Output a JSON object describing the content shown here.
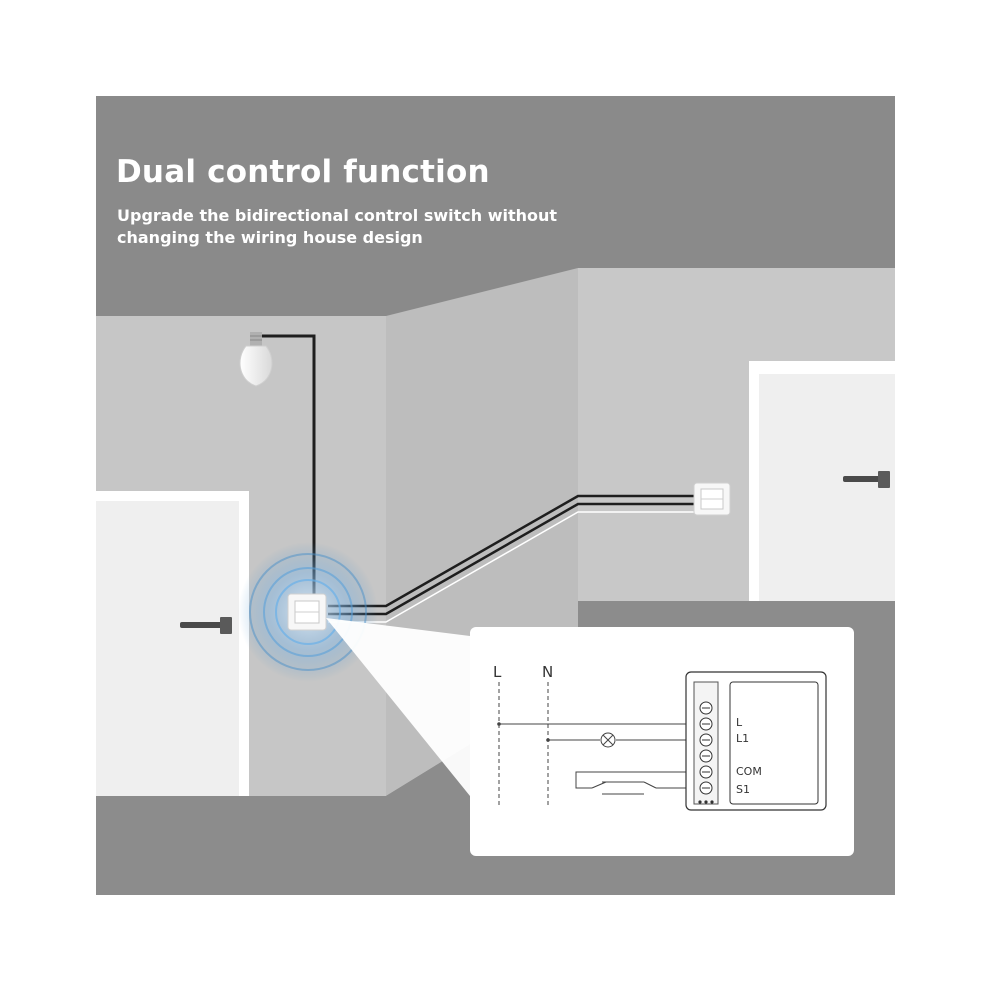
{
  "header": {
    "title": "Dual control function",
    "subtitle": "Upgrade the bidirectional control switch without changing the wiring house design"
  },
  "wiring_diagram": {
    "line_labels": [
      "L",
      "N"
    ],
    "terminal_labels": [
      "L",
      "L1",
      "COM",
      "S1"
    ]
  },
  "colors": {
    "panel_background": "#8a8a8a",
    "wall_light": "#c4c4c4",
    "floor": "#8c8c8c",
    "door": "#f2f2f2",
    "wire": "#1e1e1e",
    "signal_ripple": "#4a90c8",
    "title_text": "#ffffff"
  },
  "icons": [
    "light-bulb-icon",
    "wall-switch-icon",
    "door-handle-icon",
    "lamp-symbol-icon",
    "smart-module-icon"
  ]
}
